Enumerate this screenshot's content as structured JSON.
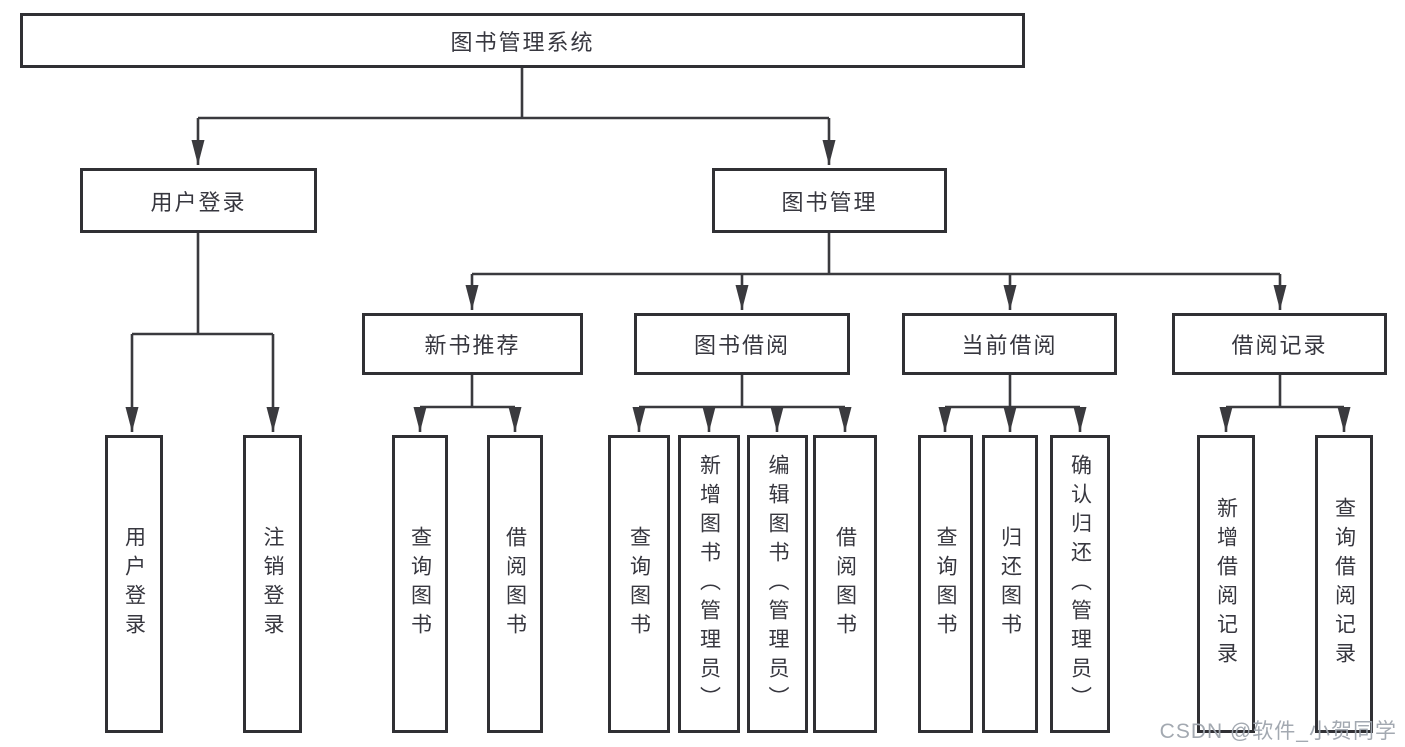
{
  "diagram": {
    "title": "图书管理系统",
    "nodes": {
      "root": "图书管理系统",
      "user_login": "用户登录",
      "book_mgmt": "图书管理",
      "new_book": "新书推荐",
      "book_borrow": "图书借阅",
      "current_borrow": "当前借阅",
      "borrow_record": "借阅记录",
      "ul_leaves": [
        "用户登录",
        "注销登录"
      ],
      "nb_leaves": [
        "查询图书",
        "借阅图书"
      ],
      "bb_leaves": [
        "查询图书",
        "新增图书（管理员）",
        "编辑图书（管理员）",
        "借阅图书"
      ],
      "cb_leaves": [
        "查询图书",
        "归还图书",
        "确认归还（管理员）"
      ],
      "br_leaves": [
        "新增借阅记录",
        "查询借阅记录"
      ]
    },
    "colors": {
      "line": "#3a3a3e",
      "border": "#303034",
      "fill": "#ffffff",
      "text": "#37373f",
      "watermark": "#9ea4ad"
    }
  },
  "watermark": "CSDN @软件_小贺同学"
}
